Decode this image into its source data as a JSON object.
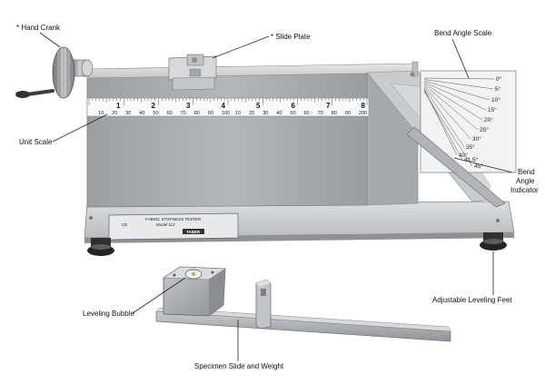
{
  "callouts": {
    "hand_crank": "* Hand Crank",
    "slide_plate": "* Slide Plate",
    "bend_angle_scale": "Bend Angle Scale",
    "unit_scale": "Unit Scale",
    "bend_angle_indicator_1": "Bend",
    "bend_angle_indicator_2": "Angle",
    "bend_angle_indicator_3": "Indicator",
    "adjustable_leveling_feet": "Adjustable Leveling Feet",
    "leveling_bubble": "Leveling Bubble",
    "specimen_slide": "Specimen Slide and Weight"
  },
  "inch_scale": [
    "1",
    "2",
    "3",
    "4",
    "5",
    "6",
    "7",
    "8"
  ],
  "cm_scale": [
    "10",
    "20",
    "30",
    "40",
    "50",
    "60",
    "70",
    "80",
    "90",
    "100",
    "10",
    "20",
    "30",
    "40",
    "50",
    "60",
    "70",
    "80",
    "90",
    "200"
  ],
  "angle_scale": [
    "0°",
    "5°",
    "10°",
    "15°",
    "20°",
    "25°",
    "30°",
    "35°",
    "40°",
    "41.5°",
    "45°"
  ],
  "nameplate": {
    "title": "FABRIC STIFFNESS TESTER",
    "model": "Model 112",
    "brand": "TABER"
  },
  "colors": {
    "metal_dark": "#8a8d90",
    "metal_light": "#d9dbdd",
    "background": "#ffffff"
  }
}
